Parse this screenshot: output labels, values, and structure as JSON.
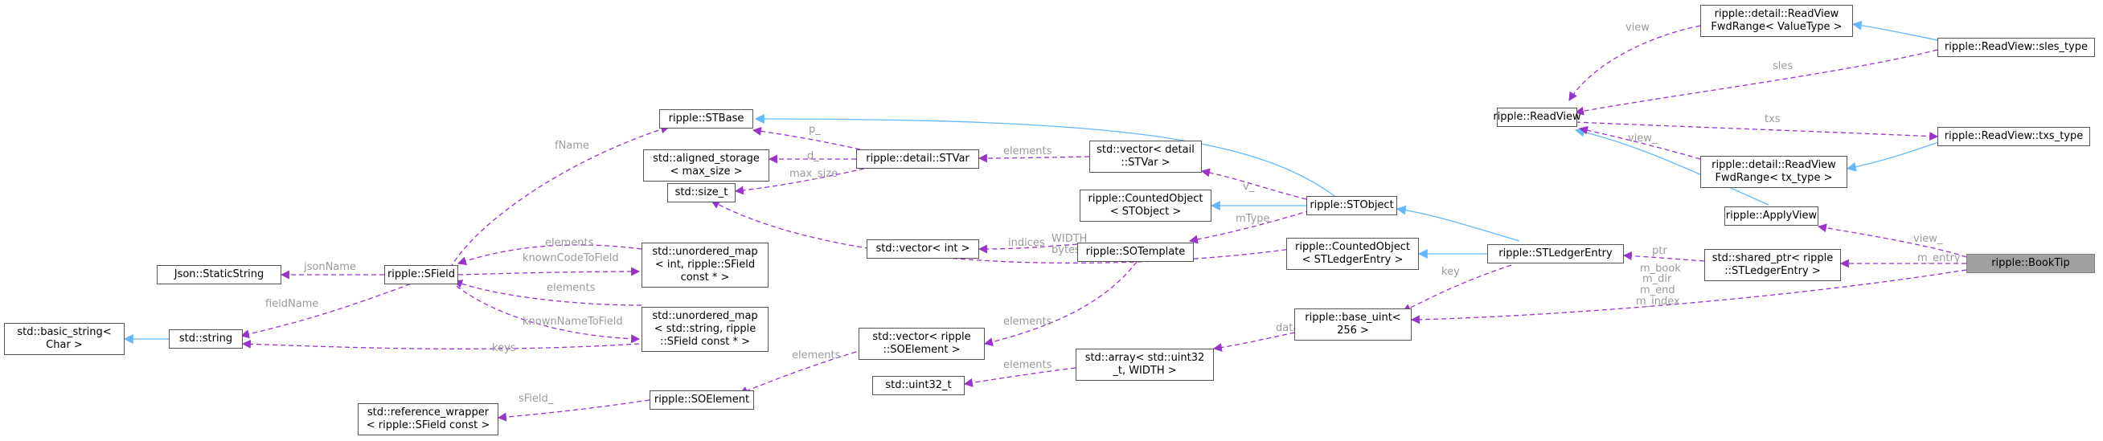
{
  "nodes": {
    "readview_fwdrange_value": [
      "ripple::detail::ReadView",
      "FwdRange< ValueType >"
    ],
    "readview_sles_type": [
      "ripple::ReadView::sles_type"
    ],
    "readview": [
      "ripple::ReadView"
    ],
    "readview_txs_type": [
      "ripple::ReadView::txs_type"
    ],
    "readview_fwdrange_tx": [
      "ripple::detail::ReadView",
      "FwdRange< tx_type >"
    ],
    "applyview": [
      "ripple::ApplyView"
    ],
    "booktip": [
      "ripple::BookTip"
    ],
    "shared_ptr_ledger": [
      "std::shared_ptr< ripple",
      "::STLedgerEntry >"
    ],
    "stledgerentry": [
      "ripple::STLedgerEntry"
    ],
    "counted_ledger": [
      "ripple::CountedObject",
      "< STLedgerEntry >"
    ],
    "stobject": [
      "ripple::STObject"
    ],
    "counted_stobject": [
      "ripple::CountedObject",
      "< STObject >"
    ],
    "stbase": [
      "ripple::STBase"
    ],
    "vector_stvar": [
      "std::vector< detail",
      "::STVar >"
    ],
    "stvar": [
      "ripple::detail::STVar"
    ],
    "aligned_storage": [
      "std::aligned_storage",
      "< max_size >"
    ],
    "size_t": [
      "std::size_t"
    ],
    "sotemplate": [
      "ripple::SOTemplate"
    ],
    "vector_int": [
      "std::vector< int >"
    ],
    "base_uint": [
      "ripple::base_uint<",
      "256 >"
    ],
    "array_uint32": [
      "std::array< std::uint32",
      "_t, WIDTH >"
    ],
    "uint32": [
      "std::uint32_t"
    ],
    "vector_soelement": [
      "std::vector< ripple",
      "::SOElement >"
    ],
    "soelement": [
      "ripple::SOElement"
    ],
    "reference_wrapper": [
      "std::reference_wrapper",
      "< ripple::SField const >"
    ],
    "sfield": [
      "ripple::SField"
    ],
    "json_staticstring": [
      "Json::StaticString"
    ],
    "std_string": [
      "std::string"
    ],
    "basic_string": [
      "std::basic_string<",
      "Char >"
    ],
    "unordered_map_int": [
      "std::unordered_map",
      "< int, ripple::SField",
      "const * >"
    ],
    "unordered_map_string": [
      "std::unordered_map",
      "< std::string, ripple",
      "::SField const * >"
    ]
  },
  "edges": {
    "view_fwd": "view",
    "sles": "sles",
    "txs": "txs",
    "view_fwd_tx": "view_",
    "view_applyview": "view_",
    "m_entry": "m_entry",
    "ptr": "ptr",
    "booktip_baseuint": [
      "m_book",
      "m_dir",
      "m_end",
      "m_index"
    ],
    "key": "key",
    "data": "data_",
    "elements_uint32": "elements",
    "mtype": "mType",
    "v": "v_",
    "elements_stvar": "elements",
    "p": "p_",
    "d": "d_",
    "max_size": "max_size",
    "fname": "fName",
    "width_bytes": [
      "WIDTH",
      "bytes"
    ],
    "indices": "indices",
    "elements_soelement": "elements",
    "elements_vec_soe": "elements",
    "sfield_ref": "sField_",
    "json_name": "jsonName",
    "field_name": "fieldName",
    "elements_um1": "elements",
    "known_code": "knownCodeToField",
    "elements_um2": "elements",
    "known_name": "knownNameToField",
    "keys": "keys"
  },
  "colors": {
    "inheritance": "#63b8ff",
    "relation": "#9a32cd",
    "label": "#9a9a9a",
    "focus_fill": "#a0a0a0"
  }
}
